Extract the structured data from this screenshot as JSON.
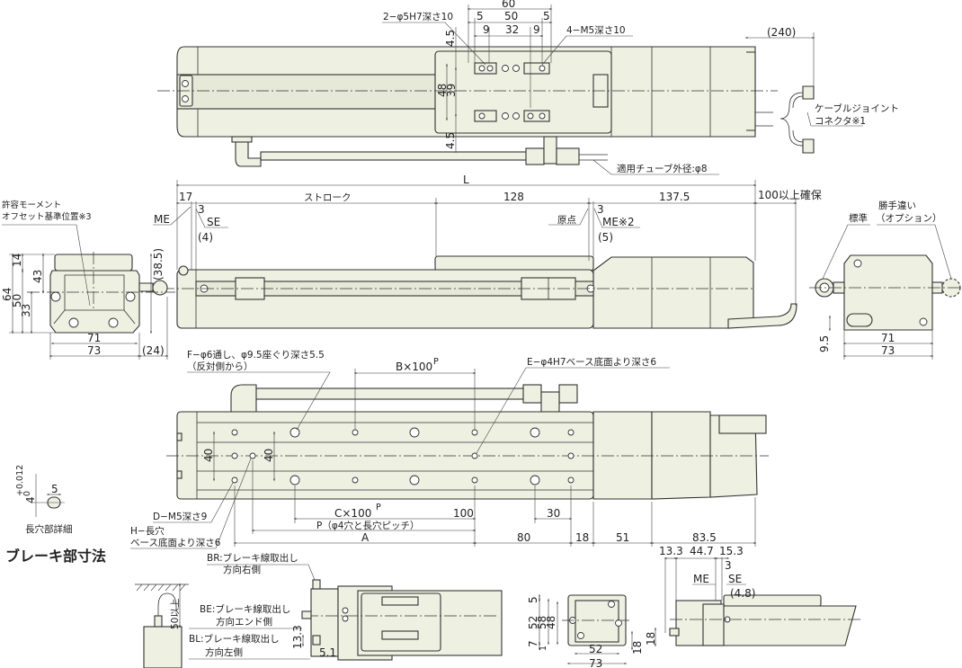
{
  "title": "ブレーキ部寸法",
  "colors": {
    "part_fill": "#eef0e2",
    "line": "#333333"
  },
  "top_view": {
    "hole_note": "2−φ5H7深さ10",
    "tap_note": "4−M5深さ10",
    "dim_60": "60",
    "dim_5a": "5",
    "dim_50": "50",
    "dim_5b": "5",
    "dim_9a": "9",
    "dim_32": "32",
    "dim_9b": "9",
    "dim_4_5a": "4.5",
    "dim_48": "48",
    "dim_39": "39",
    "dim_4_5b": "4.5",
    "dim_240": "(240)",
    "cable_note1": "ケーブルジョイント",
    "cable_note2": "コネクタ※1",
    "tube_note": "適用チューブ外径:φ8"
  },
  "side_view": {
    "L": "L",
    "d17": "17",
    "stroke": "ストローク",
    "d128": "128",
    "d137_5": "137.5",
    "clearance": "100以上確保",
    "me_left": "ME",
    "d3_left": "3",
    "se": "SE",
    "d4": "(4)",
    "origin": "原点",
    "d3_right": "3",
    "me_right": "ME※2",
    "d5": "(5)"
  },
  "left_end": {
    "moment_note1": "許容モーメント",
    "moment_note2": "オフセット基準位置※3",
    "d14": "14",
    "d64": "64",
    "d50": "50",
    "d43": "43",
    "d33": "33",
    "d38_5": "(38.5)",
    "d71": "71",
    "d73": "73",
    "d24": "(24)"
  },
  "right_end": {
    "option1": "勝手違い",
    "option2": "（オプション）",
    "standard": "標準",
    "d9_5": "9.5",
    "d71": "71",
    "d73": "73"
  },
  "bottom_view": {
    "f_note1": "F−φ6通し、φ9.5座ぐり深さ5.5",
    "f_note2": "（反対側から）",
    "b_pitch": "B×100",
    "pitch_sup": "P",
    "e_note": "E−φ4H7ベース底面より深さ6",
    "d40a": "40",
    "d40b": "40",
    "d_note": "D−M5深さ9",
    "h_note1": "H−長穴",
    "h_note2": "ベース底面より深さ6",
    "c_pitch": "C×100",
    "p_note": "P（φ4穴と長穴ピッチ）",
    "a": "A",
    "d100": "100",
    "d30": "30",
    "d80": "80",
    "d18": "18",
    "d51": "51",
    "d83_5": "83.5"
  },
  "slot_detail": {
    "tol_base": "4",
    "tol_upper": "+0.012",
    "tol_lower": "0",
    "d5": "5",
    "label": "長穴部詳細"
  },
  "brake": {
    "d50": "50以上",
    "br1": "BR:ブレーキ線取出し",
    "br2": "方向右側",
    "be1": "BE:ブレーキ線取出し",
    "be2": "方向エンド側",
    "bl1": "BL:ブレーキ線取出し",
    "bl2": "方向左側",
    "d13_3": "13.3",
    "d5_1": "5.1",
    "end_d5": "5",
    "end_d52": "52",
    "end_d58": "58",
    "end_d48": "48",
    "end_d7": "7",
    "end_d1": "1",
    "end_d52b": "52",
    "end_d73": "73",
    "end_d18": "18",
    "side_d13_3": "13.3",
    "side_d44_7": "44.7",
    "side_d15_3": "15.3",
    "side_d3": "3",
    "side_me": "ME",
    "side_se": "SE",
    "side_d4_8": "(4.8)",
    "side_d18": "18"
  }
}
